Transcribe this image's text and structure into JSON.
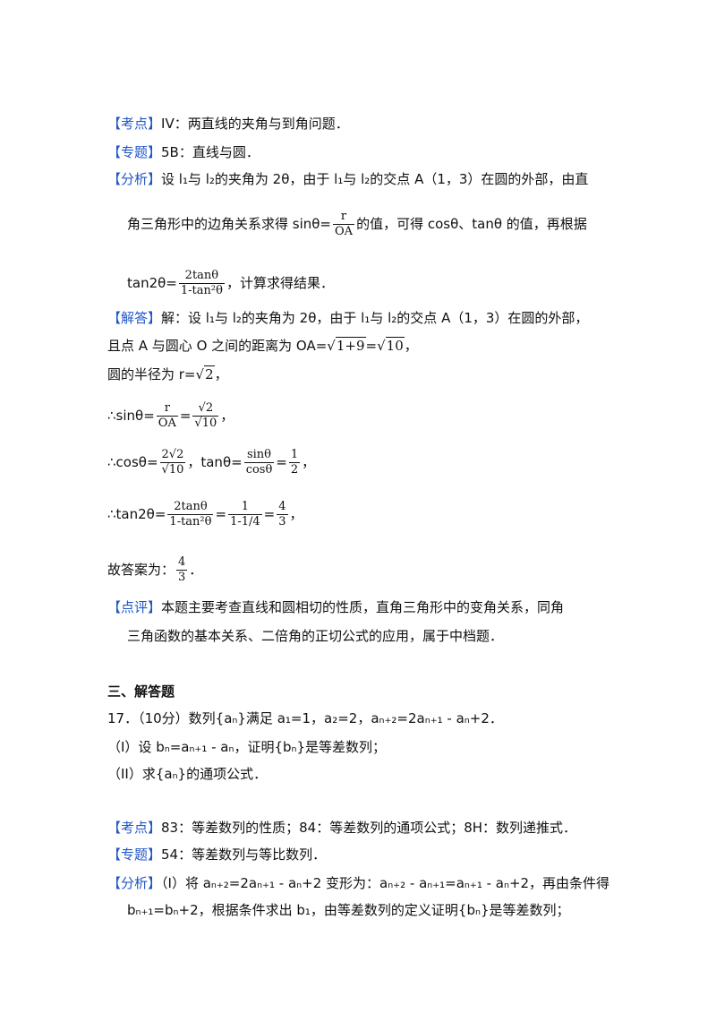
{
  "kaodian1": {
    "tag": "【考点】",
    "text": "IV：两直线的夹角与到角问题．"
  },
  "zhuanti1": {
    "tag": "【专题】",
    "text": "5B：直线与圆．"
  },
  "fenxi1": {
    "tag": "【分析】",
    "line1": "设 l₁与 l₂的夹角为 2θ，由于 l₁与 l₂的交点 A（1，3）在圆的外部，由直",
    "line2_pre": "角三角形中的边角关系求得 sinθ=",
    "frac_num": "r",
    "frac_den": "OA",
    "line2_post": "的值，可得 cosθ、tanθ 的值，再根据",
    "line3_pre": "tan2θ=",
    "line3_num": "2tanθ",
    "line3_den": "1-tan²θ",
    "line3_post": "，计算求得结果．"
  },
  "jieda": {
    "tag": "【解答】",
    "line1": "解：设 l₁与 l₂的夹角为 2θ，由于 l₁与 l₂的交点 A（1，3）在圆的外部，",
    "line2_pre": "且点 A 与圆心 O 之间的距离为 OA=",
    "line2_rad1": "1+9",
    "line2_mid": "=",
    "line2_rad2": "10",
    "line2_post": "，",
    "line3_pre": "圆的半径为 r=",
    "line3_rad": "2",
    "line3_post": "，",
    "line4_pre": "∴sinθ=",
    "line4_num1": "r",
    "line4_den1": "OA",
    "line4_num2": "√2",
    "line4_den2": "√10",
    "line4_post": "，",
    "line5_pre": "∴cosθ=",
    "line5_num1": "2√2",
    "line5_den1": "√10",
    "line5_mid": "，tanθ=",
    "line5_num2": "sinθ",
    "line5_den2": "cosθ",
    "line5_num3": "1",
    "line5_den3": "2",
    "line5_post": "，",
    "line6_pre": "∴tan2θ=",
    "line6_num1": "2tanθ",
    "line6_den1": "1-tan²θ",
    "line6_num2": "1",
    "line6_den2": "1-1/4",
    "line6_num3": "4",
    "line6_den3": "3",
    "line6_post": "，",
    "answer_pre": "故答案为：",
    "answer_num": "4",
    "answer_den": "3",
    "answer_post": "．"
  },
  "dianping": {
    "tag": "【点评】",
    "line1": "本题主要考查直线和圆相切的性质，直角三角形中的变角关系，同角",
    "line2": "三角函数的基本关系、二倍角的正切公式的应用，属于中档题．"
  },
  "section_title": "三、解答题",
  "problem17": {
    "line1": "17．（10分）数列{aₙ}满足 a₁=1，a₂=2，aₙ₊₂=2aₙ₊₁ - aₙ+2．",
    "line2": "（I）设 bₙ=aₙ₊₁ - aₙ，证明{bₙ}是等差数列；",
    "line3": "（II）求{aₙ}的通项公式．"
  },
  "kaodian2": {
    "tag": "【考点】",
    "text": "83：等差数列的性质；84：等差数列的通项公式；8H：数列递推式．"
  },
  "zhuanti2": {
    "tag": "【专题】",
    "text": "54：等差数列与等比数列．"
  },
  "fenxi2": {
    "tag": "【分析】",
    "line1": "（I）将 aₙ₊₂=2aₙ₊₁ - aₙ+2 变形为：aₙ₊₂ - aₙ₊₁=aₙ₊₁ - aₙ+2，再由条件得",
    "line2": "bₙ₊₁=bₙ+2，根据条件求出 b₁，由等差数列的定义证明{bₙ}是等差数列；"
  }
}
